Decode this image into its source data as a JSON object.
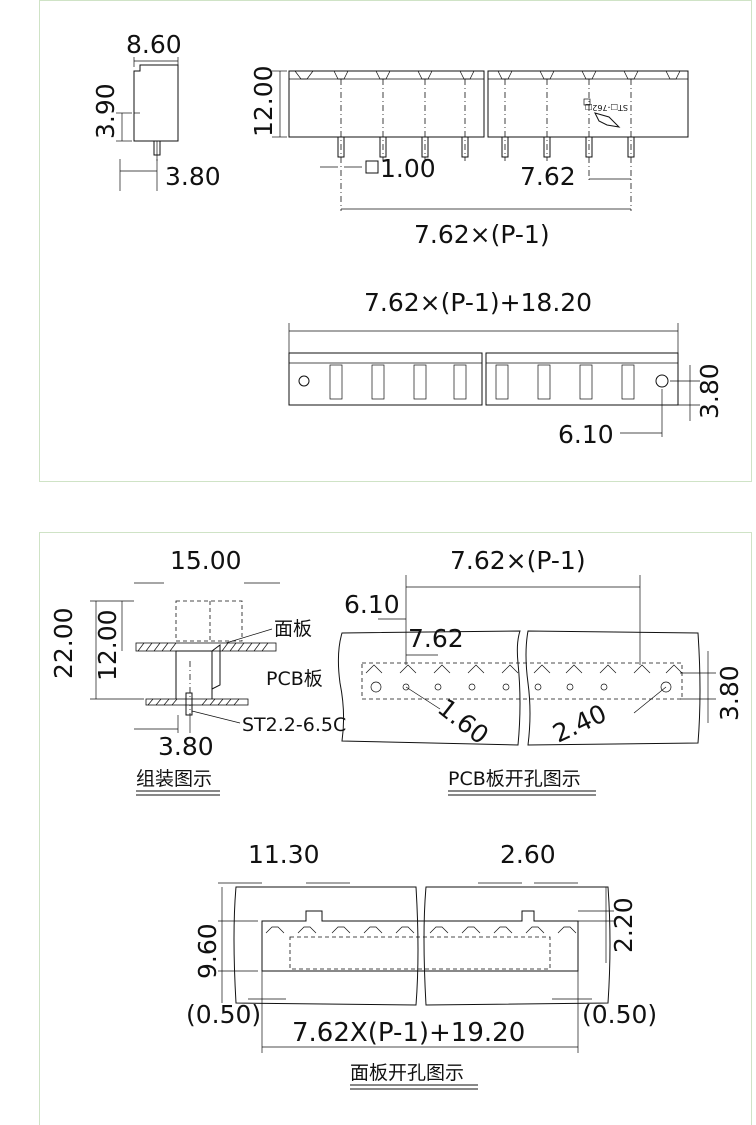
{
  "top_view": {
    "dim_side_width": "8.60",
    "dim_side_height": "3.90",
    "dim_pin_offset": "3.80",
    "dim_total_height": "12.00",
    "dim_pin_square": "1.00",
    "dim_pitch": "7.62",
    "dim_span": "7.62×(P-1)",
    "dim_overall": "7.62×(P-1)+18.20",
    "dim_mount_offset": "6.10",
    "dim_mount_height": "3.80",
    "part_label": "ST□-762□"
  },
  "assembly": {
    "dim_width": "15.00",
    "dim_total_height": "22.00",
    "dim_height": "12.00",
    "label_panel": "面板",
    "label_pcb": "PCB板",
    "label_screw": "ST2.2-6.5C",
    "dim_pin_offset": "3.80",
    "caption": "组装图示"
  },
  "pcb_hole": {
    "dim_span": "7.62×(P-1)",
    "dim_offset": "6.10",
    "dim_pitch": "7.62",
    "dim_hole_small": "1.60",
    "dim_hole_large": "2.40",
    "dim_height": "3.80",
    "caption": "PCB板开孔图示"
  },
  "panel_cutout": {
    "dim_left": "11.30",
    "dim_notch": "2.60",
    "dim_height": "9.60",
    "dim_notch_depth": "2.20",
    "dim_gap_left": "(0.50)",
    "dim_gap_right": "(0.50)",
    "dim_overall": "7.62X(P-1)+19.20",
    "caption": "面板开孔图示"
  }
}
